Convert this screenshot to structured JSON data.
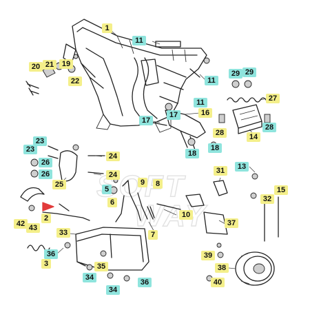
{
  "watermark": [
    "SOFT",
    "WAY"
  ],
  "colors": {
    "yellow": "#f4ef8a",
    "cyan": "#8fe4dd",
    "red": "#e23b3b",
    "line": "#222222"
  },
  "callouts": [
    {
      "id": "c1",
      "label": "1",
      "color": "yellow"
    },
    {
      "id": "c11a",
      "label": "11",
      "color": "cyan"
    },
    {
      "id": "c20",
      "label": "20",
      "color": "yellow"
    },
    {
      "id": "c21",
      "label": "21",
      "color": "yellow"
    },
    {
      "id": "c19",
      "label": "19",
      "color": "yellow"
    },
    {
      "id": "c22",
      "label": "22",
      "color": "yellow"
    },
    {
      "id": "c11b",
      "label": "11",
      "color": "cyan"
    },
    {
      "id": "c29a",
      "label": "29",
      "color": "cyan"
    },
    {
      "id": "c29b",
      "label": "29",
      "color": "cyan"
    },
    {
      "id": "c27",
      "label": "27",
      "color": "yellow"
    },
    {
      "id": "c11c",
      "label": "11",
      "color": "cyan"
    },
    {
      "id": "c17a",
      "label": "17",
      "color": "cyan"
    },
    {
      "id": "c16",
      "label": "16",
      "color": "yellow"
    },
    {
      "id": "c17b",
      "label": "17",
      "color": "cyan"
    },
    {
      "id": "c28a",
      "label": "28",
      "color": "yellow"
    },
    {
      "id": "c28b",
      "label": "28",
      "color": "cyan"
    },
    {
      "id": "c14",
      "label": "14",
      "color": "yellow"
    },
    {
      "id": "c18a",
      "label": "18",
      "color": "cyan"
    },
    {
      "id": "c18b",
      "label": "18",
      "color": "cyan"
    },
    {
      "id": "c23a",
      "label": "23",
      "color": "cyan"
    },
    {
      "id": "c23b",
      "label": "23",
      "color": "cyan"
    },
    {
      "id": "c26a",
      "label": "26",
      "color": "cyan"
    },
    {
      "id": "c24a",
      "label": "24",
      "color": "yellow"
    },
    {
      "id": "c26b",
      "label": "26",
      "color": "cyan"
    },
    {
      "id": "c24b",
      "label": "24",
      "color": "yellow"
    },
    {
      "id": "c25",
      "label": "25",
      "color": "yellow"
    },
    {
      "id": "c13",
      "label": "13",
      "color": "cyan"
    },
    {
      "id": "c31",
      "label": "31",
      "color": "yellow"
    },
    {
      "id": "c9",
      "label": "9",
      "color": "yellow"
    },
    {
      "id": "c8",
      "label": "8",
      "color": "yellow"
    },
    {
      "id": "c5",
      "label": "5",
      "color": "cyan"
    },
    {
      "id": "c15",
      "label": "15",
      "color": "yellow"
    },
    {
      "id": "c32",
      "label": "32",
      "color": "yellow"
    },
    {
      "id": "c6",
      "label": "6",
      "color": "yellow"
    },
    {
      "id": "c2",
      "label": "2",
      "color": "yellow"
    },
    {
      "id": "c42",
      "label": "42",
      "color": "yellow"
    },
    {
      "id": "c43",
      "label": "43",
      "color": "yellow"
    },
    {
      "id": "c10",
      "label": "10",
      "color": "yellow"
    },
    {
      "id": "c37",
      "label": "37",
      "color": "yellow"
    },
    {
      "id": "c33",
      "label": "33",
      "color": "yellow"
    },
    {
      "id": "c7",
      "label": "7",
      "color": "yellow"
    },
    {
      "id": "c36a",
      "label": "36",
      "color": "cyan"
    },
    {
      "id": "c39",
      "label": "39",
      "color": "yellow"
    },
    {
      "id": "c35",
      "label": "35",
      "color": "yellow"
    },
    {
      "id": "c3",
      "label": "3",
      "color": "yellow"
    },
    {
      "id": "c38",
      "label": "38",
      "color": "yellow"
    },
    {
      "id": "c34a",
      "label": "34",
      "color": "cyan"
    },
    {
      "id": "c34b",
      "label": "34",
      "color": "cyan"
    },
    {
      "id": "c36b",
      "label": "36",
      "color": "cyan"
    },
    {
      "id": "c40",
      "label": "40",
      "color": "yellow"
    }
  ]
}
